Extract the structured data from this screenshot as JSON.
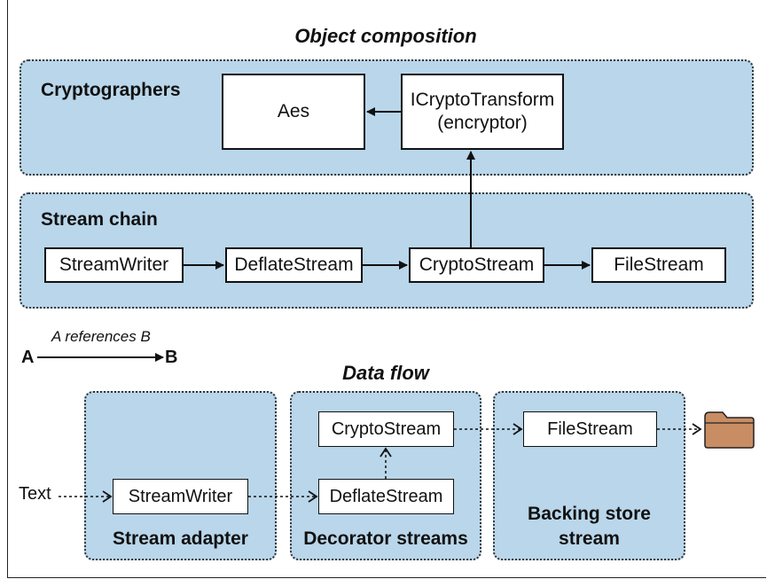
{
  "titles": {
    "object_composition": "Object composition",
    "data_flow": "Data flow"
  },
  "cryptographers": {
    "label": "Cryptographers",
    "aes": "Aes",
    "transform_line1": "ICryptoTransform",
    "transform_line2": "(encryptor)"
  },
  "stream_chain": {
    "label": "Stream chain",
    "items": [
      "StreamWriter",
      "DeflateStream",
      "CryptoStream",
      "FileStream"
    ]
  },
  "legend": {
    "a": "A",
    "b": "B",
    "caption": "A references B"
  },
  "data_flow": {
    "input": "Text",
    "adapter": {
      "box": "StreamWriter",
      "label": "Stream adapter"
    },
    "decorators": {
      "top": "CryptoStream",
      "bottom": "DeflateStream",
      "label": "Decorator streams"
    },
    "backing": {
      "box": "FileStream",
      "label_line1": "Backing store",
      "label_line2": "stream"
    }
  },
  "colors": {
    "panel": "#b9d6ea",
    "folder": "#c98d63"
  }
}
